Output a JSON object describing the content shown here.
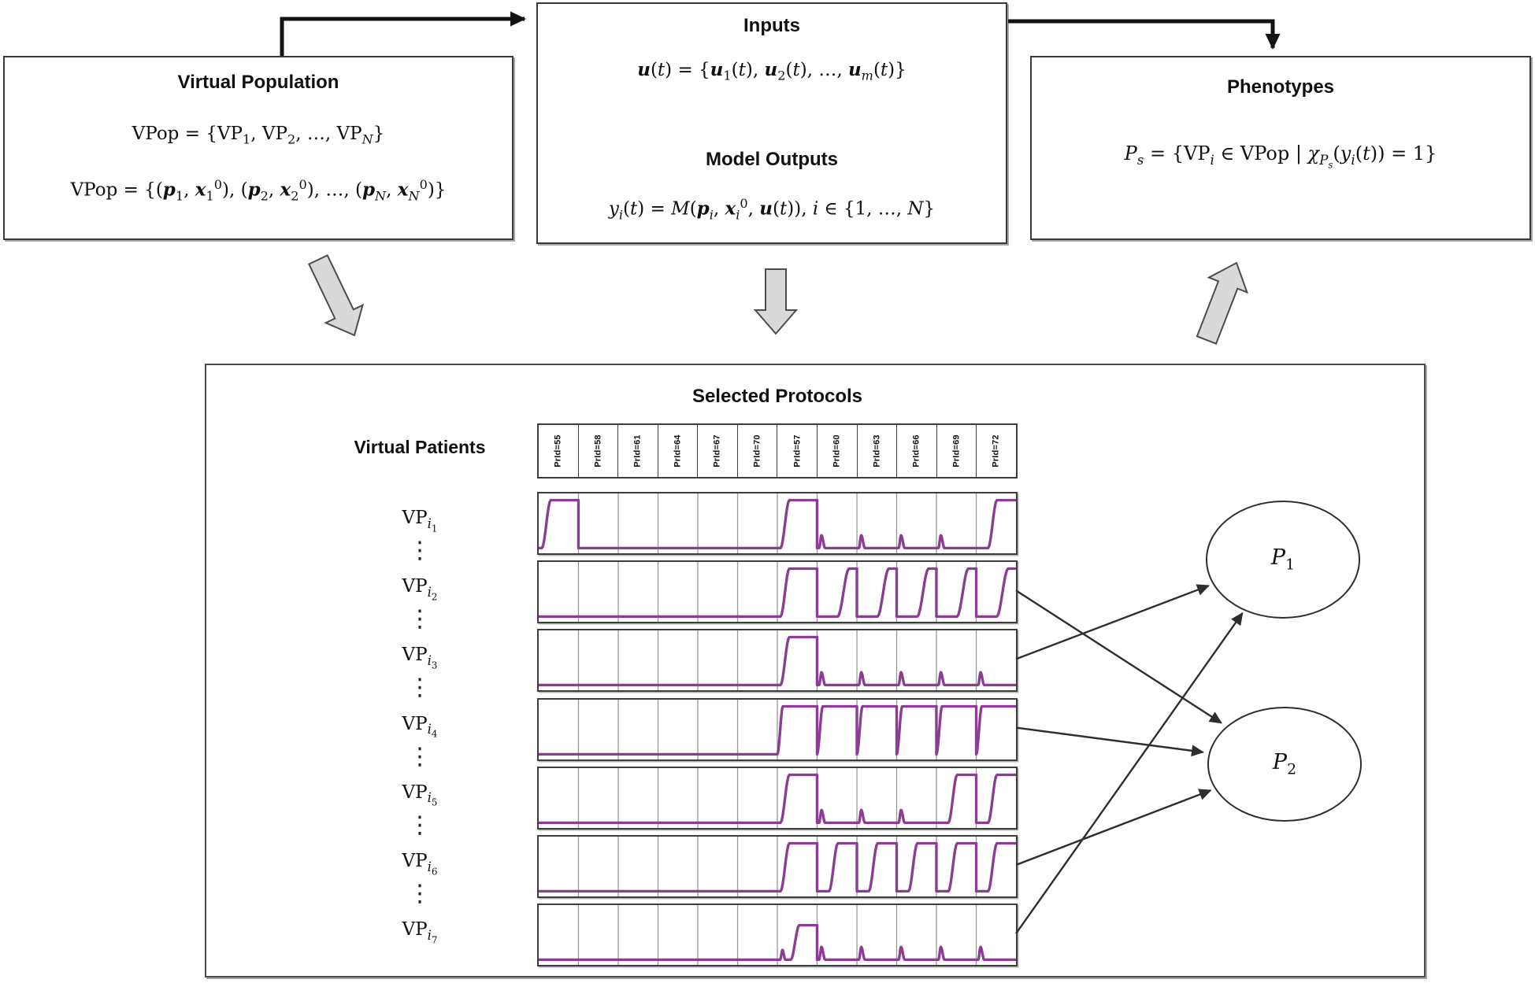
{
  "colors": {
    "trace_purple": "#8b3d94",
    "divider_gray": "#979797",
    "gray_arrow_fill": "#d9d9d9",
    "gray_arrow_border": "#4c4c4c",
    "black_connector": "#141414",
    "diagonal_arrow": "#2e2e2e"
  },
  "top_boxes": {
    "virtual_population": {
      "title": "Virtual Population",
      "line1": "VPop = {VP_{1}, VP_{2}, …, VP_{~N~}}",
      "line2": "VPop = {(*p*_{1}, *x*_{1}^{0}), (*p*_{2}, *x*_{2}^{0}), …, (*p*_{~N~}, *x*_{~N~}^{0})}"
    },
    "inputs_outputs": {
      "title": "Inputs",
      "inputs_eq": "*u*(~t~) = {*u*_{1}(~t~), *u*_{2}(~t~), …, *u*_{~m~}(~t~)}",
      "subtitle": "Model Outputs",
      "outputs_eq": "~y~_{~i~}(~t~) = ~M~(*p*_{~i~}, *x*_{~i~}^{0}, *u*(~t~)), ~i~ ∈ {1, …, ~N~}"
    },
    "phenotypes": {
      "title": "Phenotypes",
      "eq": "~P~_{~s~} = {VP_{~i~} ∈ VPop | ~χ~_{~P~_{~s~}}(~y~_{~i~}(~t~)) = 1}"
    }
  },
  "panel": {
    "title": "Selected Protocols",
    "row_axis_label": "Virtual Patients",
    "ellipsis_glyph": "⋮",
    "protocol_headers": [
      "PrId=55",
      "PrId=58",
      "PrId=61",
      "PrId=64",
      "PrId=67",
      "PrId=70",
      "PrId=57",
      "PrId=60",
      "PrId=63",
      "PrId=66",
      "PrId=69",
      "PrId=72"
    ],
    "pattern_legend": {
      "F": "flat low baseline",
      "B": "small transient bump near window start",
      "R": "sigmoid rise early in window to high plateau",
      "M": "rise mid-window to high plateau",
      "L": "rise late in window reaching high at window end",
      "E": "rise at window start, plateau across full window",
      "S": "brief bump then rise to medium plateau"
    },
    "rows": [
      {
        "id": "vp_i1",
        "label": "VP_{~i~_{1}}",
        "cells": [
          "R",
          "F",
          "F",
          "F",
          "F",
          "F",
          "R",
          "B",
          "B",
          "B",
          "B",
          "M"
        ]
      },
      {
        "id": "vp_i2",
        "label": "VP_{~i~_{2}}",
        "cells": [
          "F",
          "F",
          "F",
          "F",
          "F",
          "F",
          "R",
          "L",
          "L",
          "L",
          "L",
          "L"
        ]
      },
      {
        "id": "vp_i3",
        "label": "VP_{~i~_{3}}",
        "cells": [
          "F",
          "F",
          "F",
          "F",
          "F",
          "F",
          "R",
          "B",
          "B",
          "B",
          "B",
          "B"
        ]
      },
      {
        "id": "vp_i4",
        "label": "VP_{~i~_{4}}",
        "cells": [
          "F",
          "F",
          "F",
          "F",
          "F",
          "F",
          "E",
          "E",
          "E",
          "E",
          "E",
          "E"
        ]
      },
      {
        "id": "vp_i5",
        "label": "VP_{~i~_{5}}",
        "cells": [
          "F",
          "F",
          "F",
          "F",
          "F",
          "F",
          "R",
          "B",
          "B",
          "B",
          "M",
          "M"
        ]
      },
      {
        "id": "vp_i6",
        "label": "VP_{~i~_{6}}",
        "cells": [
          "F",
          "F",
          "F",
          "F",
          "F",
          "F",
          "R",
          "M",
          "M",
          "M",
          "M",
          "M"
        ]
      },
      {
        "id": "vp_i7",
        "label": "VP_{~i~_{7}}",
        "cells": [
          "F",
          "F",
          "F",
          "F",
          "F",
          "F",
          "S",
          "B",
          "B",
          "B",
          "B",
          "B"
        ]
      }
    ],
    "phenotype_nodes": [
      {
        "id": "P1",
        "label": "~P~_{1}"
      },
      {
        "id": "P2",
        "label": "~P~_{2}"
      }
    ],
    "connections": [
      {
        "from": "vp_i2",
        "to": "P2"
      },
      {
        "from": "vp_i3",
        "to": "P1"
      },
      {
        "from": "vp_i4",
        "to": "P2"
      },
      {
        "from": "vp_i6",
        "to": "P2"
      },
      {
        "from": "vp_i7",
        "to": "P1"
      }
    ]
  }
}
